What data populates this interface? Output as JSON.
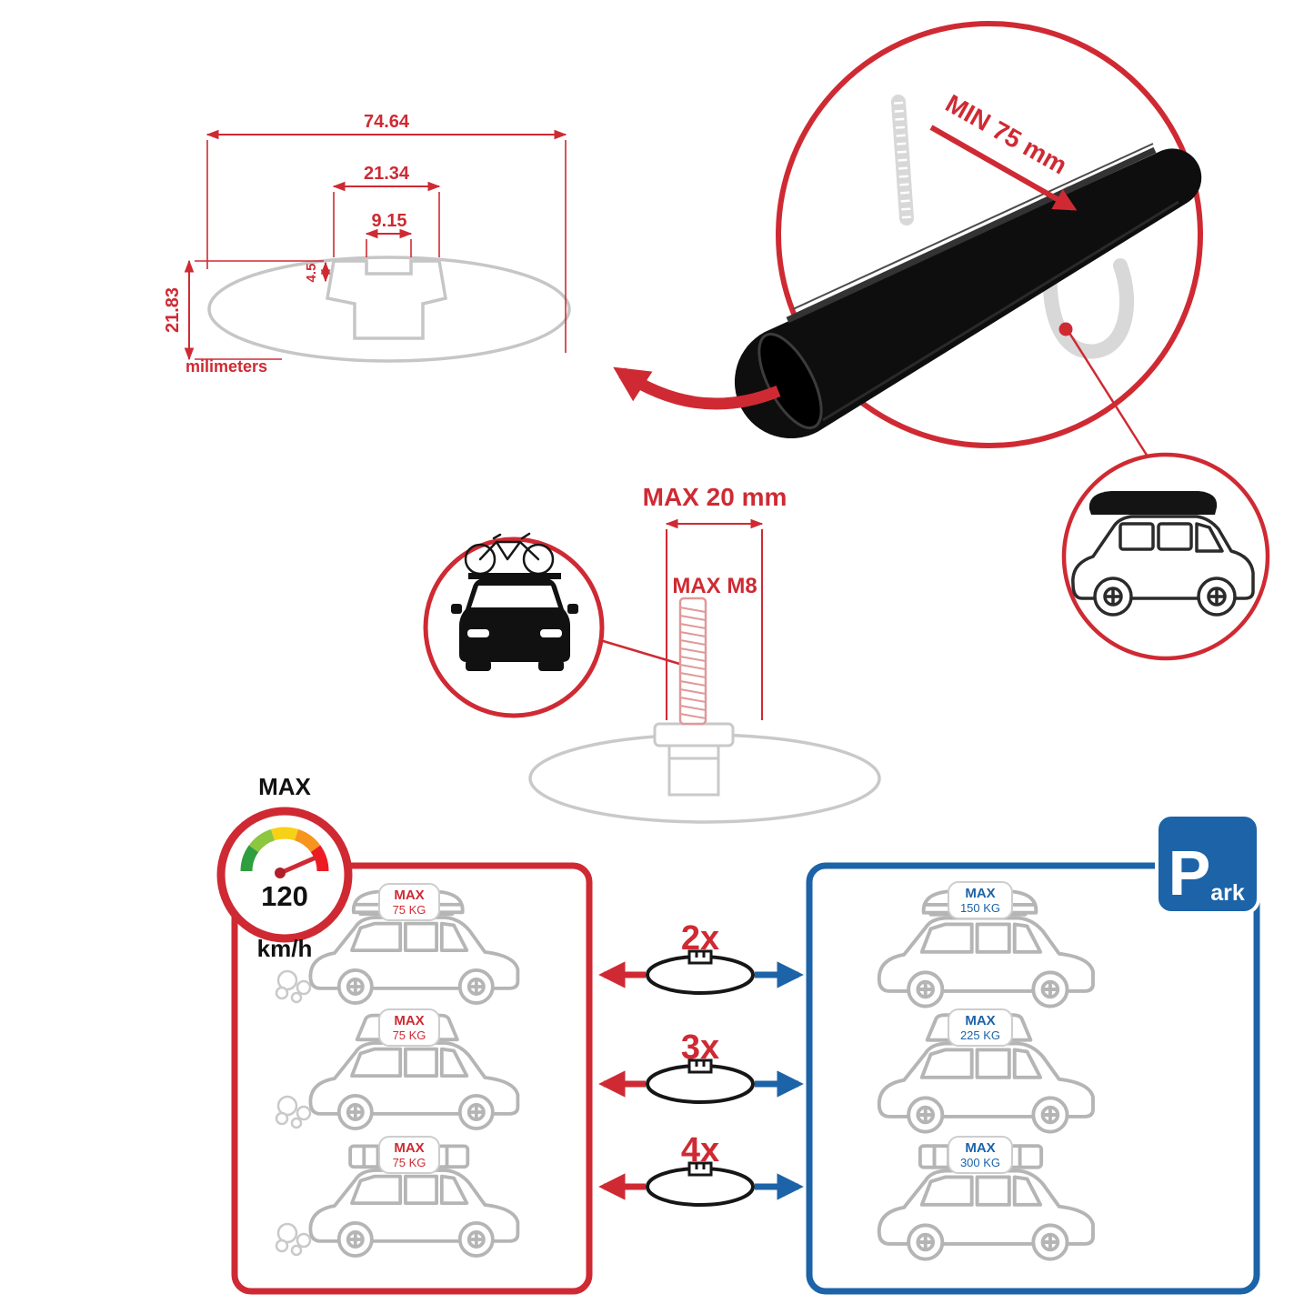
{
  "colors": {
    "red": "#cf2a33",
    "blue": "#1c63a8",
    "gray": "#c6c6c6"
  },
  "dimensions": {
    "total_width": "74.64",
    "channel_width": "21.34",
    "slot_width": "9.15",
    "slot_depth": "4.5",
    "total_height": "21.83",
    "unit": "milimeters"
  },
  "clamp": {
    "min_span": "MIN 75 mm"
  },
  "bolt": {
    "max_length": "MAX 20 mm",
    "max_thread": "MAX M8"
  },
  "speed": {
    "label": "MAX",
    "value": "120",
    "unit": "km/h"
  },
  "parking": {
    "letter": "P",
    "suffix": "ark"
  },
  "loads": {
    "multipliers": [
      "2x",
      "3x",
      "4x"
    ],
    "driving": [
      {
        "max": "MAX",
        "weight": "75 KG"
      },
      {
        "max": "MAX",
        "weight": "75 KG"
      },
      {
        "max": "MAX",
        "weight": "75 KG"
      }
    ],
    "parked": [
      {
        "max": "MAX",
        "weight": "150 KG"
      },
      {
        "max": "MAX",
        "weight": "225 KG"
      },
      {
        "max": "MAX",
        "weight": "300 KG"
      }
    ]
  }
}
